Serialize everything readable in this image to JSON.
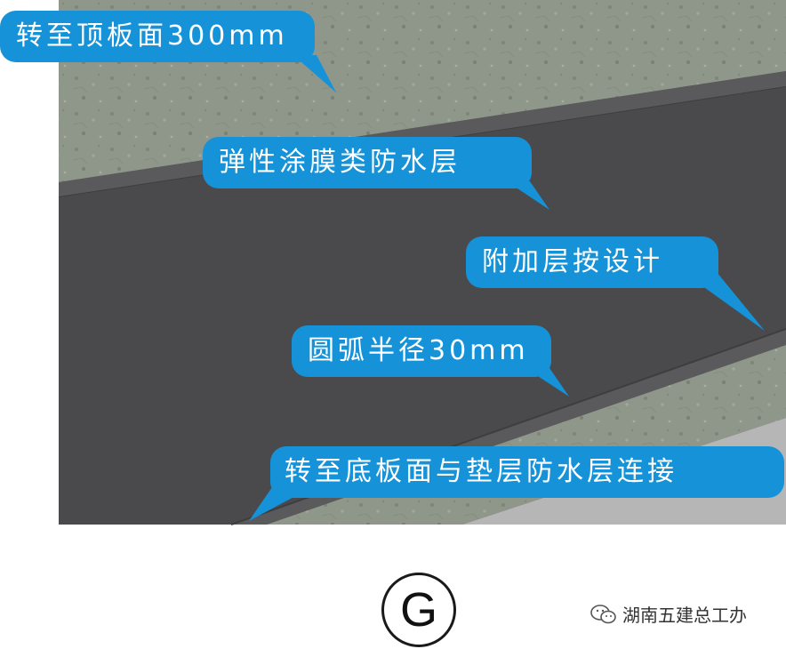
{
  "callouts": [
    {
      "id": "top-turn",
      "text": "转至顶板面300mm"
    },
    {
      "id": "membrane",
      "text": "弹性涂膜类防水层"
    },
    {
      "id": "additional",
      "text": "附加层按设计"
    },
    {
      "id": "arc",
      "text": "圆弧半径30mm"
    },
    {
      "id": "bottom-turn",
      "text": "转至底板面与垫层防水层连接"
    }
  ],
  "figure_label": "G",
  "watermark": "湖南五建总工办",
  "colors": {
    "callout": "#1592d8",
    "membrane": "#4a4a4c",
    "concrete": "#8f968a",
    "base": "#b6b6b6"
  },
  "icons": {
    "watermark": "wechat-logo-icon"
  }
}
